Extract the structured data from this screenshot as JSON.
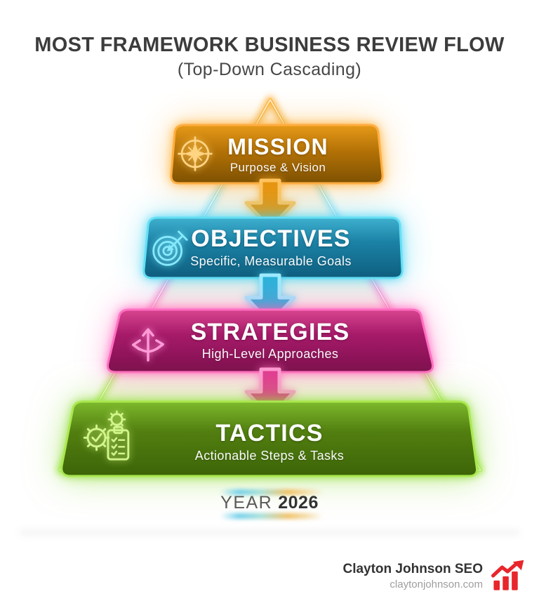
{
  "header": {
    "title": "MOST FRAMEWORK BUSINESS REVIEW FLOW",
    "subtitle": "(Top-Down Cascading)"
  },
  "pyramid": {
    "levels": [
      {
        "name": "MISSION",
        "description": "Purpose & Vision",
        "icon": "compass-icon",
        "fill_top": "#E79A18",
        "fill_bottom": "#7E5102",
        "rim": "#FFAE42",
        "glow": "#FFB341"
      },
      {
        "name": "OBJECTIVES",
        "description": "Specific, Measurable Goals",
        "icon": "target-arrow-icon",
        "fill_top": "#3FB0CF",
        "fill_bottom": "#0E5E7E",
        "rim": "#64DFF5",
        "glow": "#44D2F0"
      },
      {
        "name": "STRATEGIES",
        "description": "High-Level Approaches",
        "icon": "branching-arrows-icon",
        "fill_top": "#D8458F",
        "fill_bottom": "#7E104E",
        "rim": "#FF6FC2",
        "glow": "#FF5EB8"
      },
      {
        "name": "TACTICS",
        "description": "Actionable Steps & Tasks",
        "icon": "gears-checklist-icon",
        "fill_top": "#7DB92C",
        "fill_bottom": "#3C6408",
        "rim": "#A9E84E",
        "glow": "#8EDC35"
      }
    ],
    "arrow_colors": [
      "#E8950F",
      "#2BB3DA",
      "#E43B95"
    ]
  },
  "year": {
    "label": "YEAR",
    "value": "2026"
  },
  "footer": {
    "brand": "Clayton Johnson SEO",
    "website": "claytonjohnson.com",
    "logo": "growth-chart-icon",
    "logo_color": "#E8262B"
  }
}
